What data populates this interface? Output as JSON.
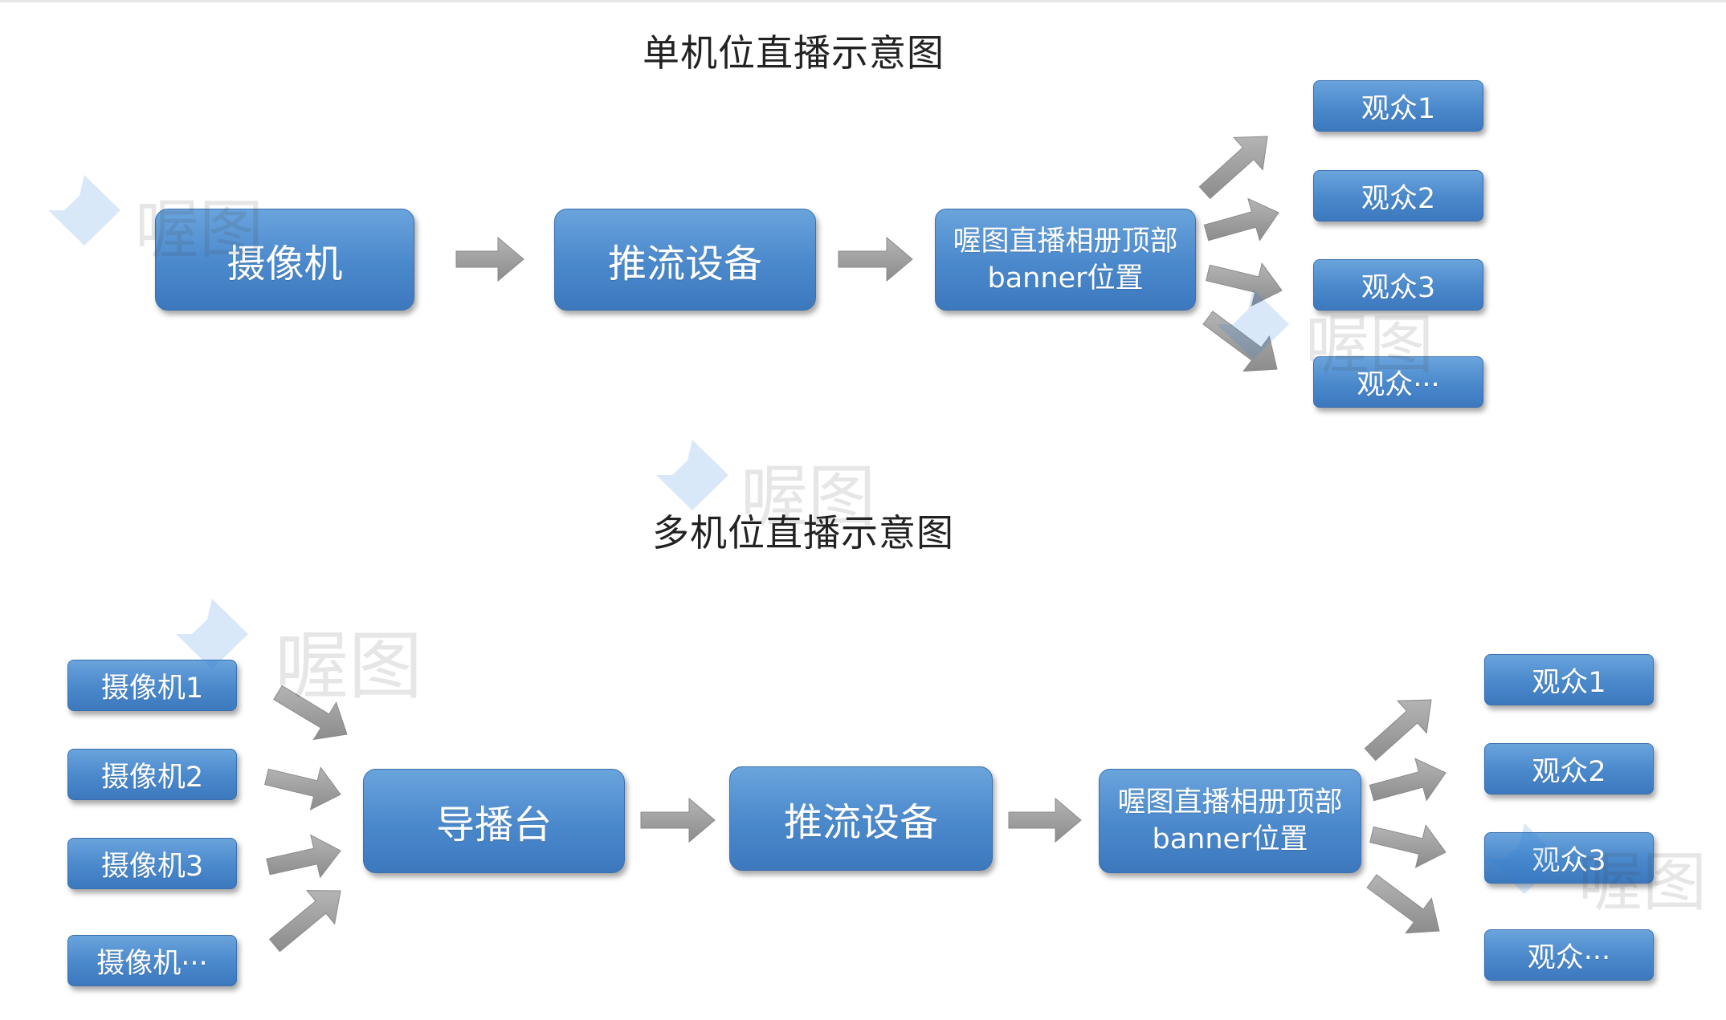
{
  "single": {
    "title": "单机位直播示意图",
    "camera": "摄像机",
    "push": "推流设备",
    "platform": "喔图直播相册顶部banner位置",
    "viewers": [
      "观众1",
      "观众2",
      "观众3",
      "观众···"
    ]
  },
  "multi": {
    "title": "多机位直播示意图",
    "cameras": [
      "摄像机1",
      "摄像机2",
      "摄像机3",
      "摄像机···"
    ],
    "director": "导播台",
    "push": "推流设备",
    "platform": "喔图直播相册顶部banner位置",
    "viewers": [
      "观众1",
      "观众2",
      "观众3",
      "观众···"
    ]
  },
  "watermark": "喔图",
  "colors": {
    "box": "#4a88cc",
    "arrow": "#9a9a9a"
  }
}
